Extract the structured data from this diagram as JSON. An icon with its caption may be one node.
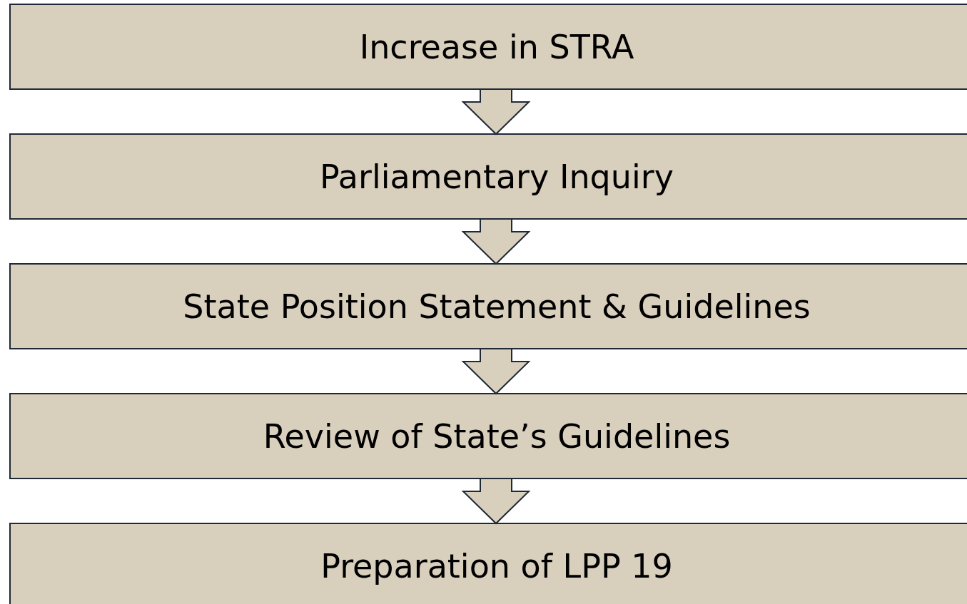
{
  "diagram": {
    "nodes": [
      {
        "text": [
          "Increase in STRA"
        ]
      },
      {
        "text": [
          "Parliamentary Inquiry"
        ]
      },
      {
        "text": [
          "State Position Statement & Guidelines"
        ]
      },
      {
        "text": [
          "Review of State’s Guidelines"
        ]
      },
      {
        "text": [
          "Preparation of LPP 19"
        ]
      }
    ],
    "edges": [
      {
        "from": 0,
        "to": 1,
        "arrow": "to"
      },
      {
        "from": 1,
        "to": 2,
        "arrow": "to"
      },
      {
        "from": 2,
        "to": 3,
        "arrow": "to"
      },
      {
        "from": 3,
        "to": 4,
        "arrow": "to"
      }
    ]
  }
}
